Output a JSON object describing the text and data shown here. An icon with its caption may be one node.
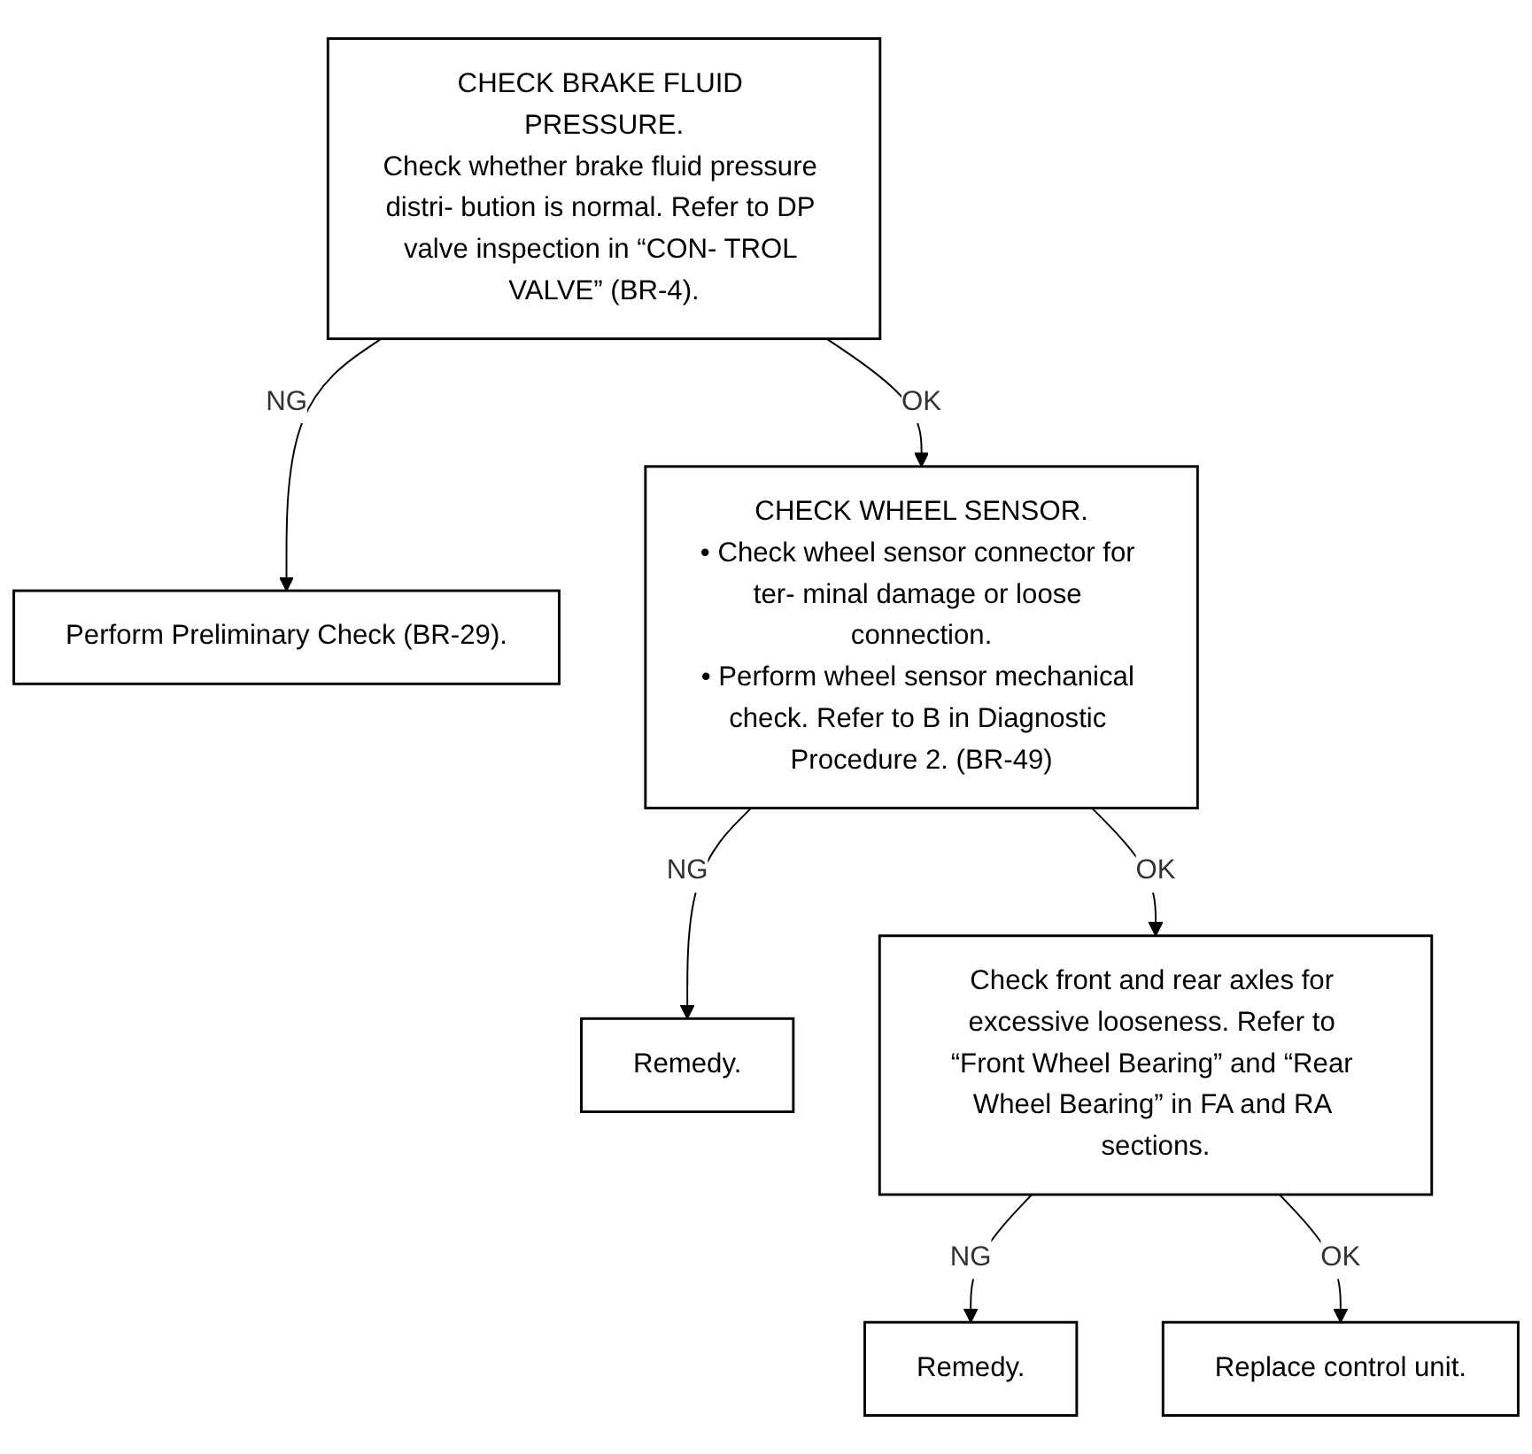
{
  "diagram": {
    "nodes": [
      {
        "text": [
          "CHECK BRAKE FLUID PRESSURE.",
          "Check whether brake fluid pressure distri- bution is normal. Refer to DP valve inspection in “CON- TROL VALVE” (BR-4)."
        ]
      },
      {
        "text": [
          "Perform Preliminary Check (BR-29)."
        ]
      },
      {
        "text": [
          "CHECK WHEEL SENSOR.",
          "• Check wheel sensor connector for ter- minal damage or loose connection.",
          "• Perform wheel sensor mechanical check. Refer to B in Diagnostic Procedure 2. (BR-49)"
        ]
      },
      {
        "text": [
          "Remedy."
        ]
      },
      {
        "text": [
          "Check front and rear axles for excessive looseness. Refer to “Front Wheel Bearing” and “Rear Wheel Bearing” in FA and RA sections."
        ]
      },
      {
        "text": [
          "Remedy."
        ]
      },
      {
        "text": [
          "Replace control unit."
        ]
      }
    ],
    "edges": [
      {
        "from": 0,
        "to": 1,
        "arrow": "to",
        "label": "NG"
      },
      {
        "from": 0,
        "to": 2,
        "arrow": "to",
        "label": "OK"
      },
      {
        "from": 2,
        "to": 3,
        "arrow": "to",
        "label": "NG"
      },
      {
        "from": 2,
        "to": 4,
        "arrow": "to",
        "label": "OK"
      },
      {
        "from": 4,
        "to": 5,
        "arrow": "to",
        "label": "NG"
      },
      {
        "from": 4,
        "to": 6,
        "arrow": "to",
        "label": "OK"
      }
    ]
  }
}
